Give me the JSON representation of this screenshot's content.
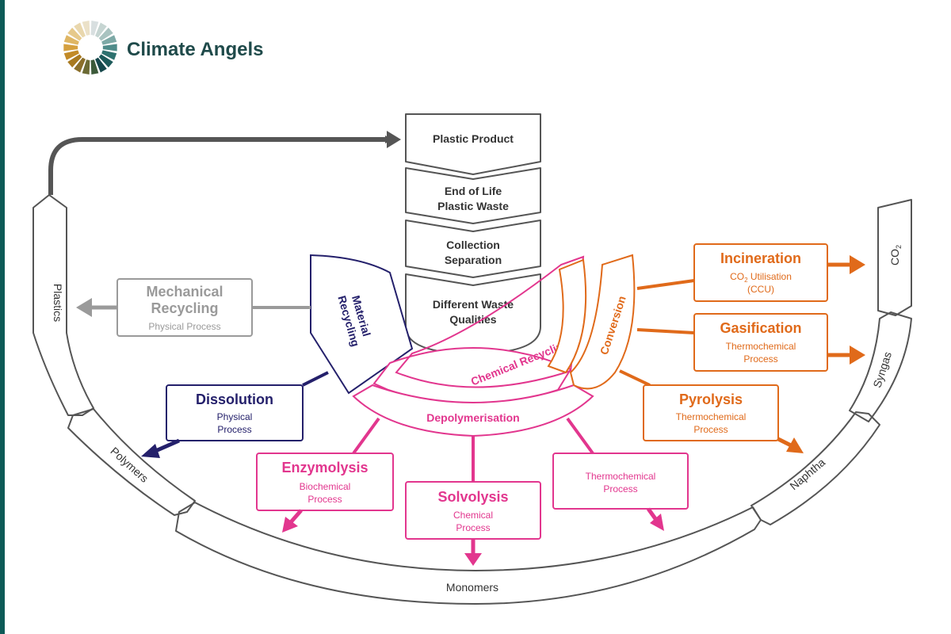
{
  "brand": {
    "name": "Climate Angels",
    "logo_segment_colors": [
      "#d8dfe0",
      "#c6d5d2",
      "#a9c3c0",
      "#7da9a6",
      "#4f8c8a",
      "#2e716f",
      "#1d5a5a",
      "#17484c",
      "#3c5a3a",
      "#6b6a34",
      "#8b6f2a",
      "#a8791f",
      "#c28a27",
      "#d5a03f",
      "#dfb664",
      "#e6c98b",
      "#e9d7ad",
      "#ebe1c8"
    ]
  },
  "colors": {
    "grey_arc": "#555555",
    "grey_light": "#9a9a9a",
    "navy": "#24206b",
    "pink": "#e2368e",
    "orange": "#e06a1a",
    "text_dark": "#333333"
  },
  "central_stack": [
    "Plastic Product",
    [
      "End of Life",
      "Plastic Waste"
    ],
    [
      "Collection",
      "Separation"
    ],
    [
      "Different Waste",
      "Qualities"
    ]
  ],
  "arc_labels": {
    "plastics": "Plastics",
    "polymers": "Polymers",
    "monomers": "Monomers",
    "naphtha": "Naphtha",
    "syngas": "Syngas",
    "co2_main": "CO",
    "co2_sub": "2"
  },
  "material_recycling": [
    "Material",
    "Recycling"
  ],
  "mechanical_recycling": {
    "title": [
      "Mechanical",
      "Recycling"
    ],
    "subtitle": "Physical Process"
  },
  "dissolution": {
    "title": "Dissolution",
    "subtitle": [
      "Physical",
      "Process"
    ]
  },
  "chemical_recycling": "Chemical Recycling",
  "depolymerisation": "Depolymerisation",
  "conversion": "Conversion",
  "enzymolysis": {
    "title": "Enzymolysis",
    "subtitle": [
      "Biochemical",
      "Process"
    ]
  },
  "solvolysis": {
    "title": "Solvolysis",
    "subtitle": [
      "Chemical",
      "Process"
    ]
  },
  "thermochemical_depoly": {
    "subtitle": [
      "Thermochemical",
      "Process"
    ]
  },
  "incineration": {
    "title": "Incineration",
    "co2_util_main": "CO",
    "co2_util_sub": "2",
    "co2_util_rest": " Utilisation",
    "ccu": "(CCU)"
  },
  "gasification": {
    "title": "Gasification",
    "subtitle": [
      "Thermochemical",
      "Process"
    ]
  },
  "pyrolysis": {
    "title": "Pyrolysis",
    "subtitle": [
      "Thermochemical",
      "Process"
    ]
  }
}
